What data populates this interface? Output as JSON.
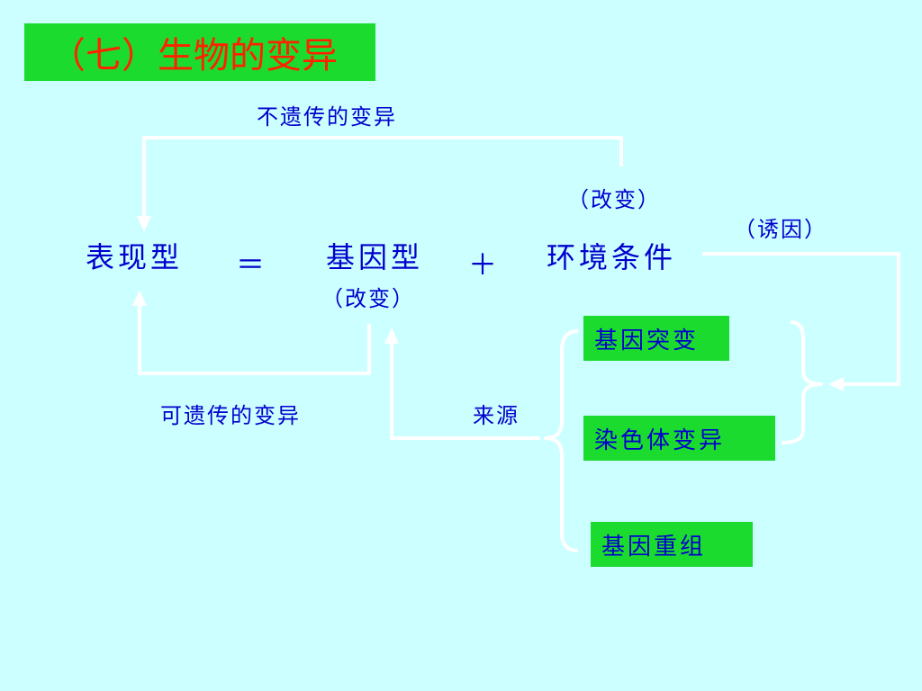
{
  "title": "（七）生物的变异",
  "labels": {
    "non_heritable": "不遗传的变异",
    "change_env": "（改变）",
    "inducer": "（诱因）",
    "phenotype": "表现型",
    "equals": "＝",
    "genotype": "基因型",
    "change_gene": "（改变）",
    "plus": "＋",
    "environment": "环境条件",
    "heritable": "可遗传的变异",
    "source": "来源"
  },
  "sources": [
    "基因突变",
    "染色体变异",
    "基因重组"
  ],
  "colors": {
    "background": "#ccffff",
    "box_fill": "#1bdc2e",
    "title_text": "#ff2200",
    "text": "#0000cc",
    "connector": "#ffffff"
  }
}
